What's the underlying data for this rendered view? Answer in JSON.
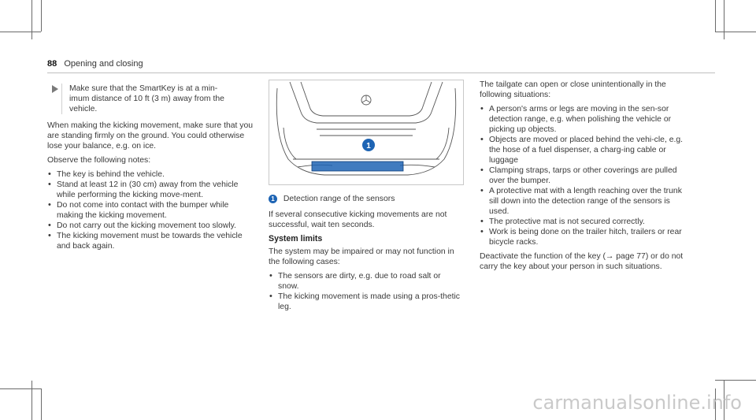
{
  "header": {
    "page_number": "88",
    "section": "Opening and closing"
  },
  "left": {
    "note": "Make sure that the SmartKey is at a min-imum distance of 10 ft (3 m) away from the vehicle.",
    "para1": "When making the kicking movement, make sure that you are standing firmly on the ground. You could otherwise lose your balance, e.g. on ice.",
    "para2": "Observe the following notes:",
    "bullets": [
      "The key is behind the vehicle.",
      "Stand at least 12 in (30 cm) away from the vehicle while performing the kicking move-ment.",
      "Do not come into contact with the bumper while making the kicking movement.",
      "Do not carry out the kicking movement too slowly.",
      "The kicking movement must be towards the vehicle and back again."
    ]
  },
  "middle": {
    "figure_badge": "1",
    "caption_badge": "1",
    "caption": "Detection range of the sensors",
    "para1": "If several consecutive kicking movements are not successful, wait ten seconds.",
    "heading": "System limits",
    "para2": "The system may be impaired or may not function in the following cases:",
    "bullets": [
      "The sensors are dirty, e.g. due to road salt or snow.",
      "The kicking movement is made using a pros-thetic leg."
    ]
  },
  "right": {
    "para1": "The tailgate can open or close unintentionally in the following situations:",
    "bullets": [
      "A person's arms or legs are moving in the sen-sor detection range, e.g. when polishing the vehicle or picking up objects.",
      "Objects are moved or placed behind the vehi-cle, e.g. the hose of a fuel dispenser, a charg-ing cable or luggage",
      "Clamping straps, tarps or other coverings are pulled over the bumper.",
      "A protective mat with a length reaching over the trunk sill down into the detection range of the sensors is used.",
      "The protective mat is not secured correctly.",
      "Work is being done on the trailer hitch, trailers or rear bicycle racks."
    ],
    "para2": "Deactivate the function of the key (→ page 77) or do not carry the key about your person in such situations."
  },
  "watermark": "carmanualsonline.info",
  "colors": {
    "accent_blue": "#1e64b4",
    "text": "#3a3a3a"
  }
}
